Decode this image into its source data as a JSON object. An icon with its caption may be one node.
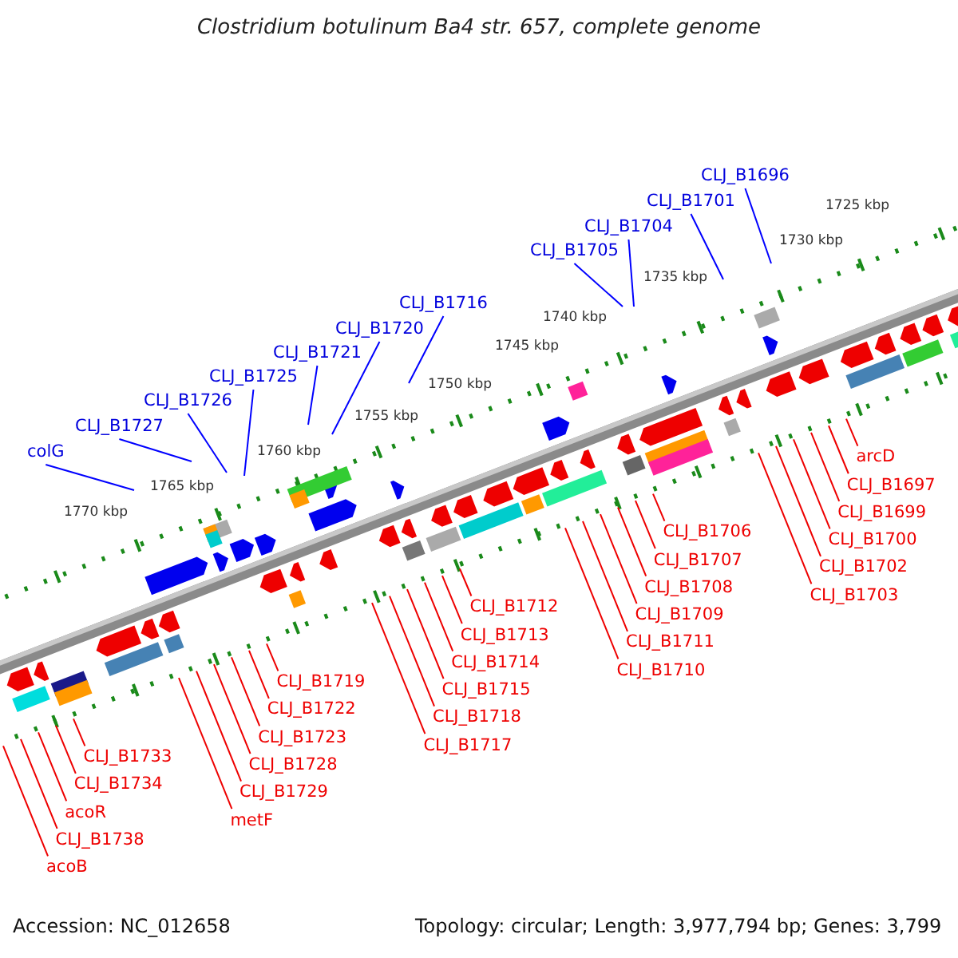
{
  "diagram": {
    "title": "Clostridium botulinum Ba4 str. 657, complete genome",
    "nodes": [
      {
        "text": [
          "CLJ_B1696"
        ]
      },
      {
        "text": [
          "CLJ_B1701"
        ]
      },
      {
        "text": [
          "CLJ_B1704"
        ]
      },
      {
        "text": [
          "CLJ_B1705"
        ]
      },
      {
        "text": [
          "CLJ_B1716"
        ]
      },
      {
        "text": [
          "CLJ_B1720"
        ]
      },
      {
        "text": [
          "CLJ_B1721"
        ]
      },
      {
        "text": [
          "CLJ_B1725"
        ]
      },
      {
        "text": [
          "CLJ_B1726"
        ]
      },
      {
        "text": [
          "CLJ_B1727"
        ]
      },
      {
        "text": [
          "colG"
        ]
      },
      {
        "text": [
          "arcD"
        ]
      },
      {
        "text": [
          "CLJ_B1697"
        ]
      },
      {
        "text": [
          "CLJ_B1699"
        ]
      },
      {
        "text": [
          "CLJ_B1700"
        ]
      },
      {
        "text": [
          "CLJ_B1703"
        ]
      },
      {
        "text": [
          "CLJ_B1702"
        ]
      },
      {
        "text": [
          "CLJ_B1706"
        ]
      },
      {
        "text": [
          "CLJ_B1707"
        ]
      },
      {
        "text": [
          "CLJ_B1708"
        ]
      },
      {
        "text": [
          "CLJ_B1711"
        ]
      },
      {
        "text": [
          "CLJ_B1709"
        ]
      },
      {
        "text": [
          "CLJ_B1712"
        ]
      },
      {
        "text": [
          "CLJ_B1710"
        ]
      },
      {
        "text": [
          "CLJ_B1713"
        ]
      },
      {
        "text": [
          "CLJ_B1714"
        ]
      },
      {
        "text": [
          "CLJ_B1715"
        ]
      },
      {
        "text": [
          "CLJ_B1719"
        ]
      },
      {
        "text": [
          "CLJ_B1717"
        ]
      },
      {
        "text": [
          "CLJ_B1718"
        ]
      },
      {
        "text": [
          "CLJ_B1723"
        ]
      },
      {
        "text": [
          "CLJ_B1722"
        ]
      },
      {
        "text": [
          "CLJ_B1729"
        ]
      },
      {
        "text": [
          "CLJ_B1728"
        ]
      },
      {
        "text": [
          "CLJ_B1734"
        ]
      },
      {
        "text": [
          "metF"
        ]
      },
      {
        "text": [
          "CLJ_B1733"
        ]
      },
      {
        "text": [
          "acoB"
        ]
      },
      {
        "text": [
          "acoR"
        ]
      },
      {
        "text": [
          "CLJ_B1738"
        ]
      }
    ],
    "edges": [
      {
        "from": 0,
        "to": null,
        "arrow": "none",
        "color": "#0000ff"
      },
      {
        "from": 1,
        "to": null,
        "arrow": "none",
        "color": "#0000ff"
      },
      {
        "from": 2,
        "to": null,
        "arrow": "none",
        "color": "#0000ff"
      },
      {
        "from": 3,
        "to": null,
        "arrow": "none",
        "color": "#0000ff"
      },
      {
        "from": 4,
        "to": null,
        "arrow": "none",
        "color": "#0000ff"
      },
      {
        "from": 5,
        "to": null,
        "arrow": "none",
        "color": "#0000ff"
      },
      {
        "from": 6,
        "to": null,
        "arrow": "none",
        "color": "#0000ff"
      },
      {
        "from": 7,
        "to": null,
        "arrow": "none",
        "color": "#0000ff"
      },
      {
        "from": 8,
        "to": null,
        "arrow": "none",
        "color": "#0000ff"
      },
      {
        "from": 9,
        "to": null,
        "arrow": "none",
        "color": "#0000ff"
      },
      {
        "from": 10,
        "to": null,
        "arrow": "none",
        "color": "#0000ff"
      },
      {
        "from": 11,
        "to": null,
        "arrow": "none"
      },
      {
        "from": 12,
        "to": null,
        "arrow": "none"
      },
      {
        "from": 13,
        "to": null,
        "arrow": "none"
      },
      {
        "from": 14,
        "to": null,
        "arrow": "none"
      },
      {
        "from": 15,
        "to": null,
        "arrow": "none"
      },
      {
        "from": 16,
        "to": null,
        "arrow": "none"
      },
      {
        "from": 17,
        "to": null,
        "arrow": "none"
      },
      {
        "from": 18,
        "to": null,
        "arrow": "none"
      },
      {
        "from": 19,
        "to": null,
        "arrow": "none"
      },
      {
        "from": 20,
        "to": null,
        "arrow": "none"
      },
      {
        "from": 21,
        "to": null,
        "arrow": "none"
      },
      {
        "from": 22,
        "to": null,
        "arrow": "none"
      },
      {
        "from": 23,
        "to": null,
        "arrow": "none"
      },
      {
        "from": 24,
        "to": null,
        "arrow": "none"
      },
      {
        "from": 25,
        "to": null,
        "arrow": "none"
      },
      {
        "from": 26,
        "to": null,
        "arrow": "none"
      },
      {
        "from": 27,
        "to": null,
        "arrow": "none"
      },
      {
        "from": 28,
        "to": null,
        "arrow": "none"
      },
      {
        "from": 29,
        "to": null,
        "arrow": "none"
      },
      {
        "from": 30,
        "to": null,
        "arrow": "none"
      },
      {
        "from": 31,
        "to": null,
        "arrow": "none"
      },
      {
        "from": 32,
        "to": null,
        "arrow": "none"
      },
      {
        "from": 33,
        "to": null,
        "arrow": "none"
      },
      {
        "from": 34,
        "to": null,
        "arrow": "none"
      },
      {
        "from": 35,
        "to": null,
        "arrow": "none"
      },
      {
        "from": 36,
        "to": null,
        "arrow": "none"
      },
      {
        "from": 37,
        "to": null,
        "arrow": "none"
      },
      {
        "from": 38,
        "to": null,
        "arrow": "none"
      },
      {
        "from": 39,
        "to": null,
        "arrow": "none"
      }
    ],
    "labels": [
      "1725 kbp",
      "1730 kbp",
      "1735 kbp",
      "1740 kbp",
      "1745 kbp",
      "1750 kbp",
      "1755 kbp",
      "1760 kbp",
      "1765 kbp",
      "1770 kbp",
      "Accession: NC_012658",
      "Topology: circular; Length: 3,977,794 bp; Genes: 3,799"
    ]
  }
}
